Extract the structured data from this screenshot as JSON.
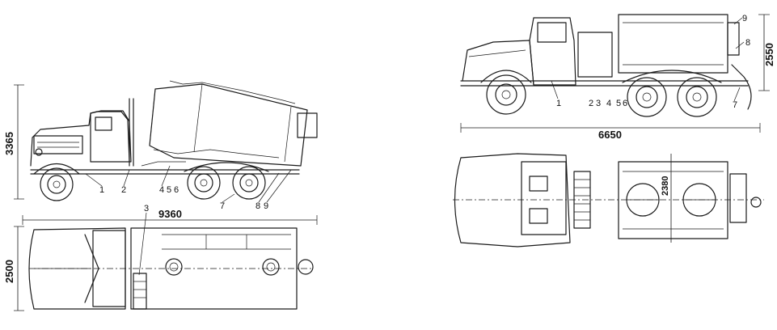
{
  "dimensions": {
    "side_height_a": "3365",
    "length_a": "9360",
    "width_a": "2500",
    "height_b": "2550",
    "length_b": "6650",
    "width_b": "2380"
  },
  "callouts_a": [
    "1",
    "2",
    "3",
    "4",
    "5",
    "6",
    "7",
    "8",
    "9"
  ],
  "callouts_b": [
    "1",
    "2",
    "3",
    "4",
    "5",
    "6",
    "7",
    "8",
    "9"
  ],
  "line_color": "#1a1a1a",
  "background_color": "#ffffff"
}
